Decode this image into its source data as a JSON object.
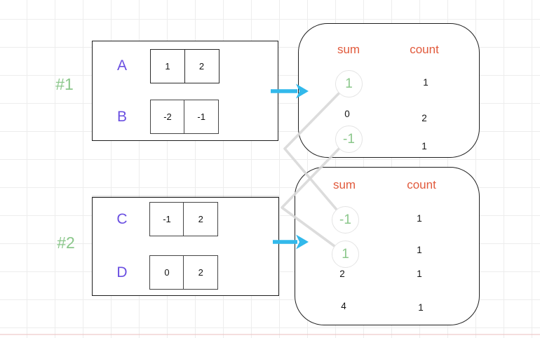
{
  "colors": {
    "green": "#8bc78b",
    "purple": "#6a4fe1",
    "orange": "#e15a3c",
    "cyan": "#32b9eb",
    "connector_gray": "#d8d8d8",
    "box_border": "#1e1e1e",
    "grid": "#ededed"
  },
  "groups": [
    {
      "id": "#1",
      "arrays": [
        {
          "name": "A",
          "cells": [
            "1",
            "2"
          ]
        },
        {
          "name": "B",
          "cells": [
            "-2",
            "-1"
          ]
        }
      ]
    },
    {
      "id": "#2",
      "arrays": [
        {
          "name": "C",
          "cells": [
            "-1",
            "2"
          ]
        },
        {
          "name": "D",
          "cells": [
            "0",
            "2"
          ]
        }
      ]
    }
  ],
  "tables": [
    {
      "headers": {
        "sum": "sum",
        "count": "count"
      },
      "rows": [
        {
          "sum": "1",
          "count": "1",
          "circled": true
        },
        {
          "sum": "0",
          "count": "2",
          "circled": false
        },
        {
          "sum": "-1",
          "count": "1",
          "circled": true
        }
      ]
    },
    {
      "headers": {
        "sum": "sum",
        "count": "count"
      },
      "rows": [
        {
          "sum": "-1",
          "count": "1",
          "circled": true
        },
        {
          "sum": "1",
          "count": "1",
          "circled": true
        },
        {
          "sum": "2",
          "count": "1",
          "circled": false
        },
        {
          "sum": "4",
          "count": "1",
          "circled": false
        }
      ]
    }
  ],
  "connections": [
    {
      "from_table": 1,
      "from_sum": "1",
      "to_table": 2,
      "to_sum": "-1"
    },
    {
      "from_table": 1,
      "from_sum": "-1",
      "to_table": 2,
      "to_sum": "1"
    }
  ],
  "icons": {
    "arrow_top": "right-arrow",
    "arrow_bottom": "right-arrow"
  }
}
